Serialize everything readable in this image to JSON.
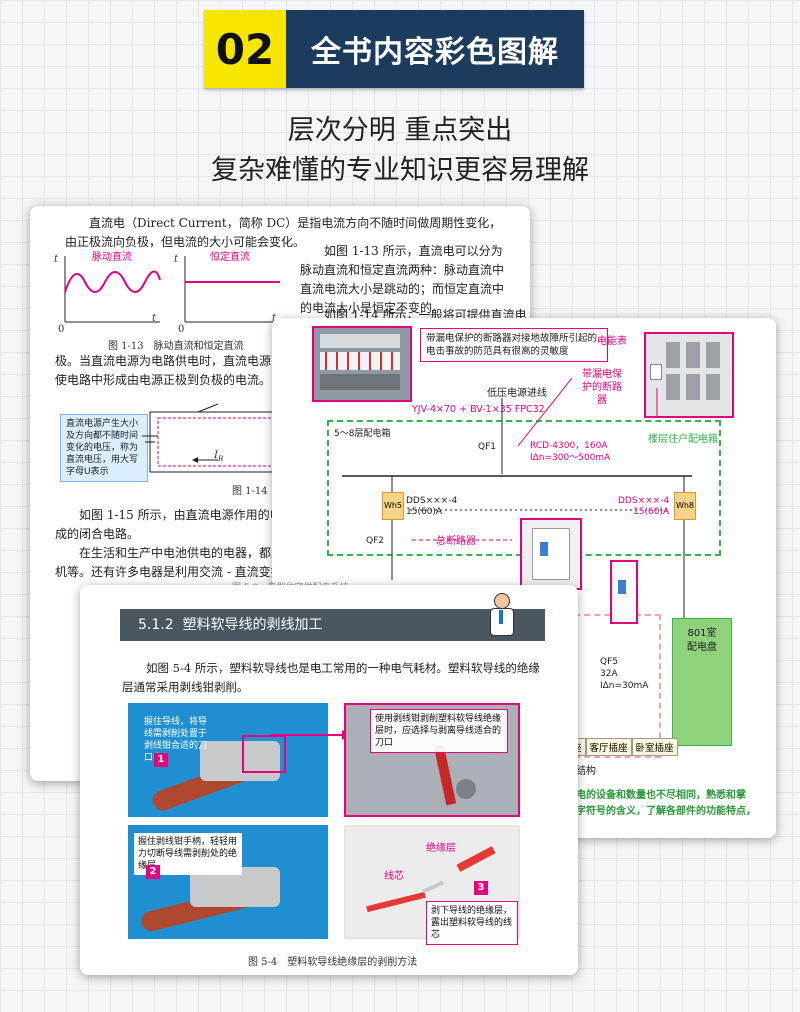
{
  "banner": {
    "number": "02",
    "title": "全书内容彩色图解"
  },
  "subtitle": {
    "line1": "层次分明 重点突出",
    "line2": "复杂难懂的专业知识更容易理解"
  },
  "page1": {
    "para1": "直流电（Direct Current，简称 DC）是指电流方向不随时间做周期性变化，由正极流向负极，但电流的大小可能会变化。",
    "fig_label_pulse": "脉动直流",
    "fig_label_const": "恒定直流",
    "axis_t": "t",
    "axis_zero": "0",
    "para2": "如图 1-13 所示，直流电可以分为脉动直流和恒定直流两种：脉动直流中直流电流大小是跳动的；而恒定直流中的电流大小是恒定不变的。",
    "para3": "如图 1-14 所示，一般将可提供直流电",
    "fig13_caption": "图 1-13　脉动直流和恒定直流",
    "para4": "极。当直流电源为电路供电时，直流电源能使电路中形成由电源正极到负极的电流。",
    "callout": "直流电源产生大小及方向都不随时间变化的电压，称为直流电压，用大写字母U表示",
    "current_label": "I",
    "current_sub": "R",
    "fig14_caption": "图 1-14",
    "para5": "如图 1-15 所示，由直流电源作用的电路成的闭合电路。",
    "para6": "在生活和生产中电池供电的电器，都属动机等。还有许多电器是利用交流 - 直流变换"
  },
  "page2": {
    "callout_top": "带漏电保护的断路器对接地故障所引起的电击事故的防范具有很高的灵敏度",
    "meter_label": "电能表",
    "incoming": "低压电源进线",
    "breaker_label": "带漏电保护的断路器",
    "cable": "YJV-4×70 + BV-1×35 FPC32",
    "box_label": "5～8层配电箱",
    "floor_box": "楼层住户配电箱",
    "qf1": "QF1",
    "qf1_spec1": "RCD-4300，160A",
    "qf1_spec2": "IΔn=300～500mA",
    "wh5": "Wh5",
    "wh8": "Wh8",
    "dds_left_1": "DDS×××-4",
    "dds_left_2": "15(60)A",
    "dds_right_1": "DDS×××-4",
    "dds_right_2": "15(60)A",
    "qf2": "QF2",
    "main_breaker": "总断路器",
    "room": "801室",
    "room_panel": "配电盘",
    "qf5": "QF5",
    "qf5_spec1": "32A",
    "qf5_spec2": "IΔn=30mA",
    "sockets": [
      "座",
      "客厅插座",
      "卧室插座"
    ],
    "structure": "结构",
    "green_text1": "电的设备和数量也不尽相同，熟悉和掌",
    "green_text2": "字符号的含义，了解各部件的功能特点，",
    "hidden_caption": "图 5-9　典型住宅供配电系统"
  },
  "page3": {
    "section_num": "5.1.2",
    "section_title": "塑料软导线的剥线加工",
    "para": "如图 5-4 所示，塑料软导线也是电工常用的一种电气耗材。塑料软导线的绝缘层通常采用剥线钳剥削。",
    "step1": "握住导线，将导线需剥削处置于剥线钳合适的刀口中",
    "step1_num": "1",
    "step1_zoom": "使用剥线钳剥削塑料软导线绝缘层时，应选择与剥离导线适合的刀口",
    "step2": "握住剥线钳手柄，轻轻用力切断导线需剥削处的绝缘层",
    "step2_num": "2",
    "insul_label": "绝缘层",
    "core_label": "线芯",
    "step3_num": "3",
    "step3": "剥下导线的绝缘层，露出塑料软导线的线芯",
    "caption": "图 5-4　塑料软导线绝缘层的剥削方法"
  },
  "colors": {
    "navy": "#1d3b5c",
    "yellow": "#f7e600",
    "magenta": "#e5007e",
    "green": "#34b44a",
    "photo_blue": "#1f8fd1"
  }
}
